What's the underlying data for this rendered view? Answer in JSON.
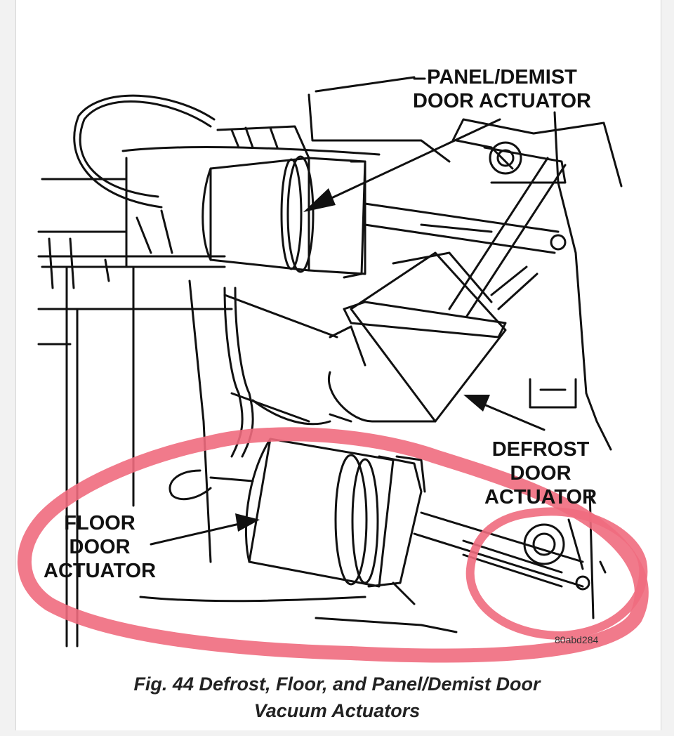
{
  "labels": {
    "panel_demist": [
      "PANEL/DEMIST",
      "DOOR ACTUATOR"
    ],
    "defrost": [
      "DEFROST",
      "DOOR",
      "ACTUATOR"
    ],
    "floor": [
      "FLOOR",
      "DOOR",
      "ACTUATOR"
    ]
  },
  "figure_code": "80abd284",
  "caption": [
    "Fig. 44 Defrost, Floor, and Panel/Demist Door",
    "Vacuum Actuators"
  ],
  "highlight_color": "#f06b7e"
}
